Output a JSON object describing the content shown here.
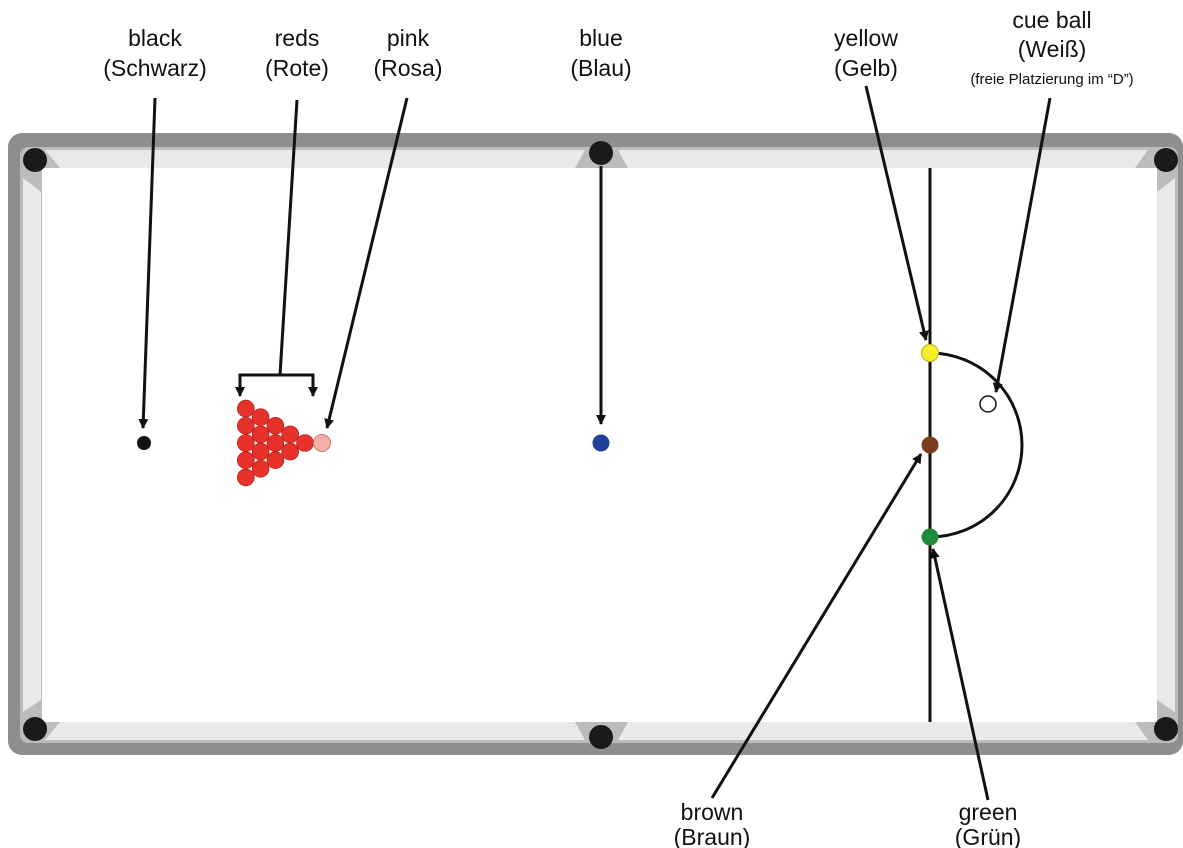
{
  "labels": {
    "black": {
      "name": "black",
      "german": "(Schwarz)"
    },
    "reds": {
      "name": "reds",
      "german": "(Rote)"
    },
    "pink": {
      "name": "pink",
      "german": "(Rosa)"
    },
    "blue": {
      "name": "blue",
      "german": "(Blau)"
    },
    "yellow": {
      "name": "yellow",
      "german": "(Gelb)"
    },
    "cue": {
      "name": "cue ball",
      "german": "(Weiß)",
      "note": "(freie Platzierung im “D”)"
    },
    "brown": {
      "name": "brown",
      "german": "(Braun)"
    },
    "green": {
      "name": "green",
      "german": "(Grün)"
    }
  },
  "colors": {
    "cushion_dark": "#8e8e8e",
    "cushion_mid": "#bcbcbc",
    "cushion_light": "#e9e9e9",
    "cloth": "#ffffff",
    "pocket": "#1a1a1a",
    "line": "#111111",
    "black": "#111111",
    "red": "#e8312a",
    "pink": "#f2b0a8",
    "blue": "#243f99",
    "yellow": "#f7ee2a",
    "brown": "#7b3b1c",
    "green": "#1f8a3a",
    "cue": "#ffffff"
  },
  "counts": {
    "reds": 15,
    "pockets": 6
  }
}
